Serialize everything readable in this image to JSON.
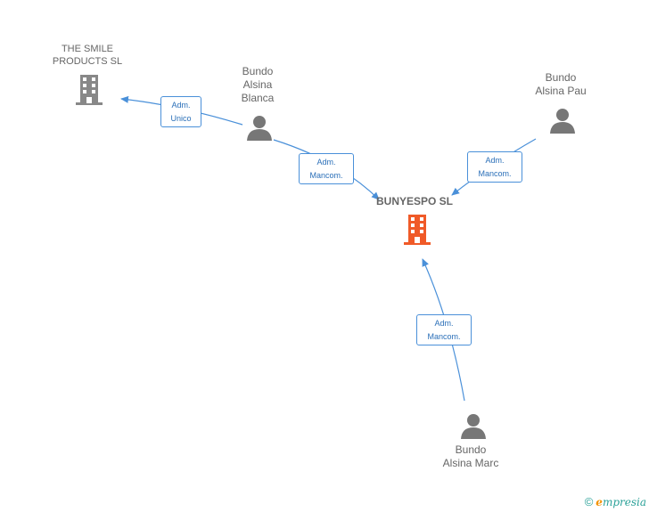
{
  "nodes": {
    "smile": {
      "line1": "THE SMILE",
      "line2": "PRODUCTS SL",
      "kind": "company"
    },
    "blanca": {
      "line1": "Bundo",
      "line2": "Alsina",
      "line3": "Blanca",
      "kind": "person"
    },
    "pau": {
      "line1": "Bundo",
      "line2": "Alsina Pau",
      "kind": "person"
    },
    "bunyespo": {
      "name": "BUNYESPO SL",
      "kind": "company-focus"
    },
    "marc": {
      "line1": "Bundo",
      "line2": "Alsina Marc",
      "kind": "person"
    }
  },
  "edges": [
    {
      "from": "blanca",
      "to": "smile",
      "role_line1": "Adm.",
      "role_line2": "Unico"
    },
    {
      "from": "blanca",
      "to": "bunyespo",
      "role_line1": "Adm.",
      "role_line2": "Mancom."
    },
    {
      "from": "pau",
      "to": "bunyespo",
      "role_line1": "Adm.",
      "role_line2": "Mancom."
    },
    {
      "from": "marc",
      "to": "bunyespo",
      "role_line1": "Adm.",
      "role_line2": "Mancom."
    }
  ],
  "colors": {
    "edge": "#4a90d9",
    "company": "#888888",
    "focus_company": "#f05a28",
    "person": "#777777"
  },
  "footer": {
    "copyright": "©",
    "brand_initial": "e",
    "brand_rest": "mpresia"
  }
}
